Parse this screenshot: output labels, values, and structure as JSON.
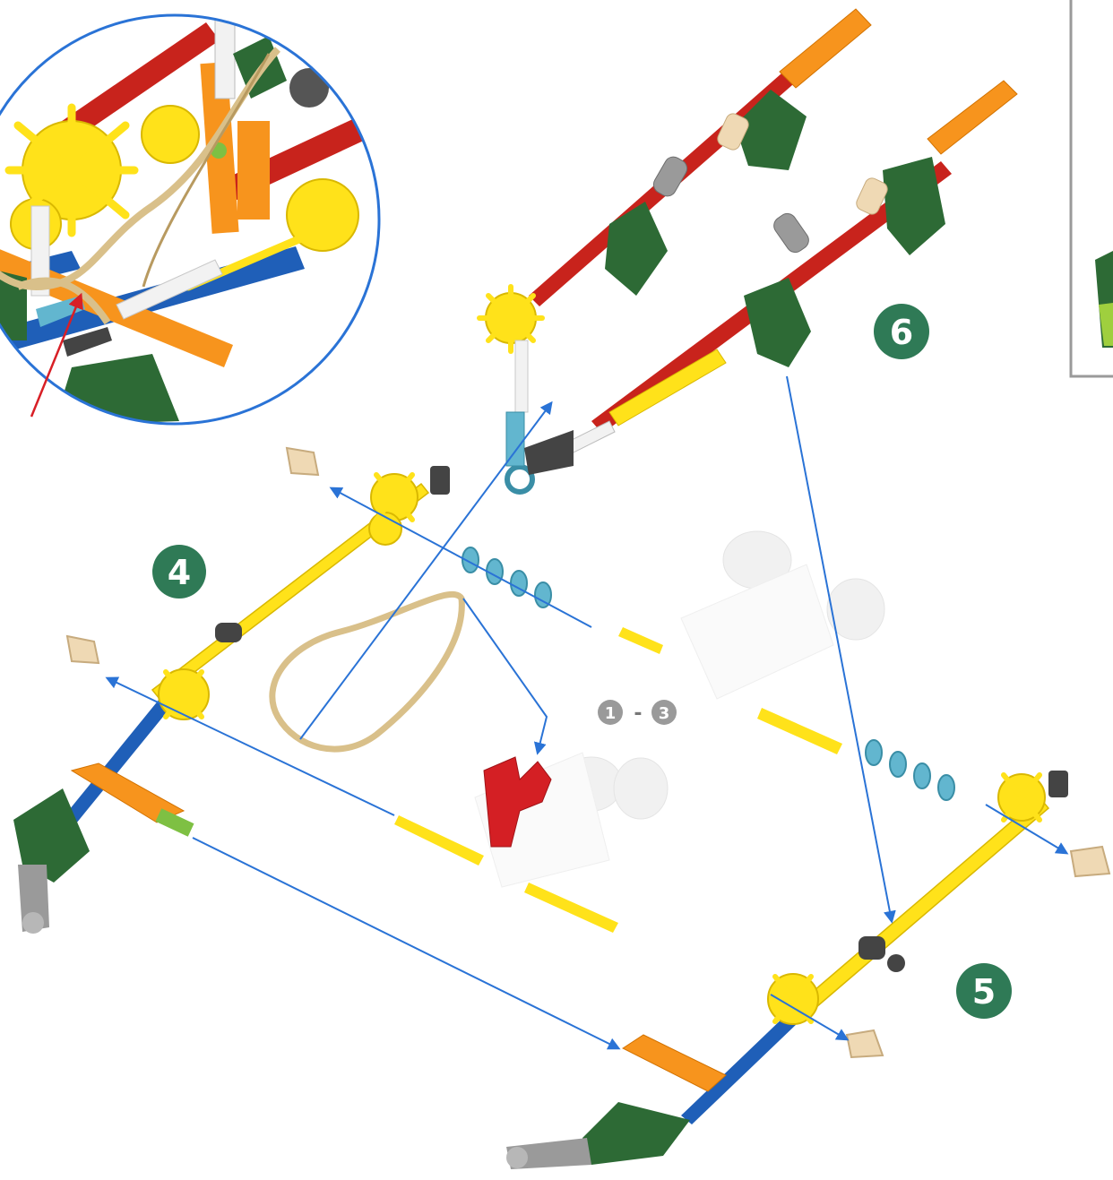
{
  "steps": {
    "step4": "4",
    "step5": "5",
    "step6": "6",
    "prev_from": "1",
    "prev_dash": "-",
    "prev_to": "3"
  },
  "colors": {
    "step_badge": "#2f7a56",
    "prev_badge": "#9a9a9a",
    "arrow_blue": "#2a73d6",
    "arrow_red": "#d81f26",
    "rod_yellow": "#ffe21a",
    "rod_red": "#c8231c",
    "rod_blue": "#1f5fb8",
    "connector_orange": "#f7941d",
    "connector_green": "#2d6a35",
    "connector_tan": "#efd9b4",
    "spacer_blue": "#62b6cf",
    "clip_gray": "#8a8a8a",
    "rubber_band": "#d9c08a",
    "part_red": "#d41f24",
    "ghost_white": "#eeeeee"
  },
  "icons": [
    "rubber-band-icon",
    "connector-icon",
    "rod-icon",
    "spacer-icon",
    "clip-icon",
    "end-cap-icon"
  ]
}
